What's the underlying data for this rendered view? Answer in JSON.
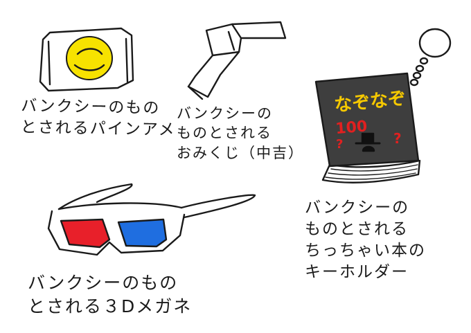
{
  "items": {
    "candy": {
      "lines": [
        "バンクシーのもの",
        "とされるパインアメ"
      ],
      "color": "#f7e200"
    },
    "omikuji": {
      "lines": [
        "バンクシーの",
        "ものとされる",
        "おみくじ（中吉）"
      ]
    },
    "book": {
      "cover_title": "なぞなぞ",
      "cover_number": "100",
      "cover_marks": [
        "?",
        "?"
      ],
      "lines": [
        "バンクシーの",
        "ものとされる",
        "ちっちゃい本の",
        "キーホルダー"
      ],
      "cover_color": "#3e3e3e",
      "title_color": "#f5c800",
      "number_color": "#e02020"
    },
    "glasses": {
      "lines": [
        "バンクシーのもの",
        "とされる３Dメガネ"
      ],
      "left_lens_color": "#e8202a",
      "right_lens_color": "#1f6ee0"
    }
  }
}
